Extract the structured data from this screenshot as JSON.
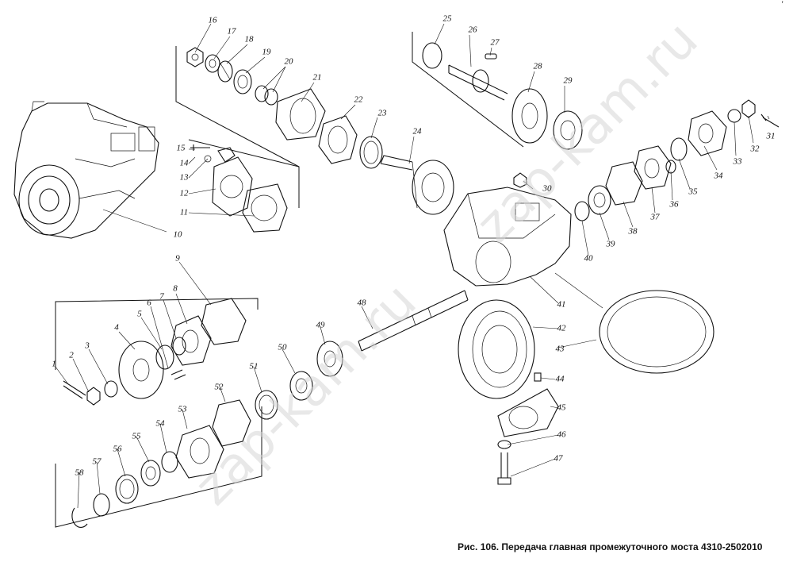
{
  "caption": "Рис. 106. Передача главная промежуточного моста 4310-2502010",
  "watermark": "zap-kam.ru",
  "corner_mark": "'",
  "labels": [
    "1",
    "2",
    "3",
    "4",
    "5",
    "6",
    "7",
    "8",
    "9",
    "10",
    "11",
    "12",
    "13",
    "14",
    "15",
    "16",
    "17",
    "18",
    "19",
    "20",
    "21",
    "22",
    "23",
    "24",
    "25",
    "26",
    "27",
    "28",
    "29",
    "30",
    "31",
    "32",
    "33",
    "34",
    "35",
    "36",
    "37",
    "38",
    "39",
    "40",
    "41",
    "42",
    "43",
    "44",
    "45",
    "46",
    "47",
    "48",
    "49",
    "50",
    "51",
    "52",
    "53",
    "54",
    "55",
    "56",
    "57",
    "58"
  ],
  "colors": {
    "ink": "#111111",
    "paper": "#ffffff",
    "watermark": "#d6d6d6"
  }
}
